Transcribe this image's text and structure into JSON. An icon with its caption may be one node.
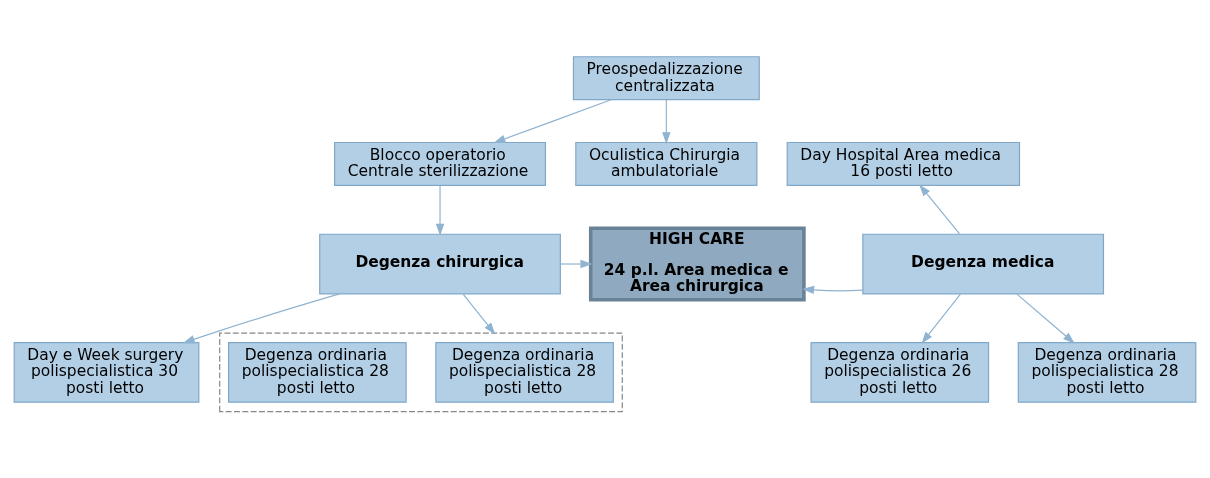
{
  "diagram": {
    "nodes": [
      {
        "text": [
          "Preospedalizzazione centralizzata"
        ]
      },
      {
        "text": [
          "Blocco operatorio Centrale sterilizzazione"
        ]
      },
      {
        "text": [
          "Oculistica Chirurgia ambulatoriale"
        ]
      },
      {
        "text": [
          "Day Hospital Area medica 16 posti letto"
        ]
      },
      {
        "text": [
          "Degenza chirurgica"
        ]
      },
      {
        "text": [
          "HIGH CARE",
          "24 p.l. Area medica e Area chirurgica"
        ]
      },
      {
        "text": [
          "Degenza medica"
        ]
      },
      {
        "text": [
          "Day e Week surgery polispecialistica 30 posti letto"
        ]
      },
      {
        "text": [],
        "shape": "box"
      },
      {
        "text": [
          "Degenza ordinaria polispecialistica 28 posti letto"
        ],
        "in": 8
      },
      {
        "text": [
          "Degenza ordinaria polispecialistica 28 posti letto"
        ],
        "in": 8
      },
      {
        "text": [
          "Degenza ordinaria polispecialistica 26 posti letto"
        ]
      },
      {
        "text": [
          "Degenza ordinaria polispecialistica 28 posti letto"
        ]
      }
    ],
    "edges": [
      {
        "from": 0,
        "to": 1,
        "arrow": "to"
      },
      {
        "from": 0,
        "to": 2,
        "arrow": "to"
      },
      {
        "from": 1,
        "to": 4,
        "arrow": "to"
      },
      {
        "from": 6,
        "to": 3,
        "arrow": "to"
      },
      {
        "from": 4,
        "to": 5,
        "arrow": "to"
      },
      {
        "from": 6,
        "to": 5,
        "arrow": "to"
      },
      {
        "from": 4,
        "to": 7,
        "arrow": "to"
      },
      {
        "from": 4,
        "to": 8,
        "arrow": "to"
      },
      {
        "from": 6,
        "to": 11,
        "arrow": "to"
      },
      {
        "from": 6,
        "to": 12,
        "arrow": "to"
      }
    ]
  }
}
